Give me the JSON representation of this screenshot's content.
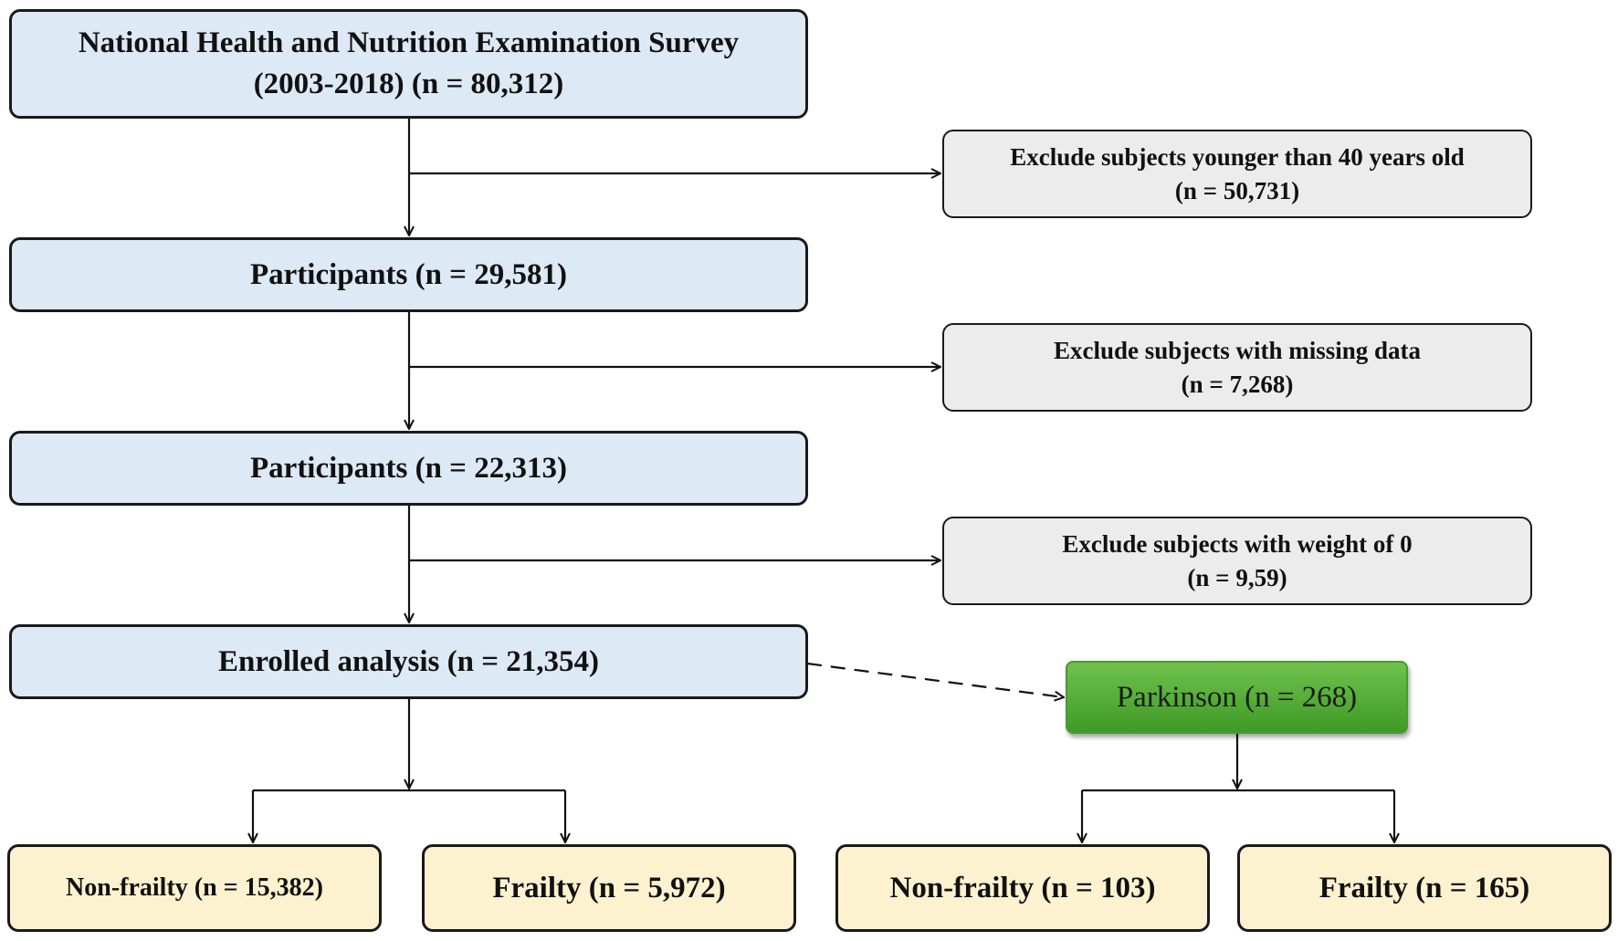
{
  "boxes": {
    "survey": {
      "line1": "National Health and Nutrition Examination Survey",
      "line2": "(2003-2018) (n = 80,312)"
    },
    "exclude_age": {
      "line1": "Exclude subjects younger than 40 years old",
      "line2": "(n = 50,731)"
    },
    "participants_1": {
      "label": "Participants (n = 29,581)"
    },
    "exclude_missing": {
      "line1": "Exclude subjects with missing data",
      "line2": "(n = 7,268)"
    },
    "participants_2": {
      "label": "Participants (n = 22,313)"
    },
    "exclude_weight": {
      "line1": "Exclude subjects with weight of 0",
      "line2": "(n = 9,59)"
    },
    "enrolled": {
      "label": "Enrolled analysis (n = 21,354)"
    },
    "parkinson": {
      "label": "Parkinson (n = 268)"
    },
    "nonfrailty_all": {
      "label": "Non-frailty (n = 15,382)"
    },
    "frailty_all": {
      "label": "Frailty (n = 5,972)"
    },
    "nonfrailty_pd": {
      "label": "Non-frailty (n = 103)"
    },
    "frailty_pd": {
      "label": "Frailty (n = 165)"
    }
  },
  "colors": {
    "main_box": "#dde9f5",
    "exclusion_box": "#ececec",
    "outcome_box": "#fdf2cf",
    "parkinson_box": "#4fae30"
  }
}
